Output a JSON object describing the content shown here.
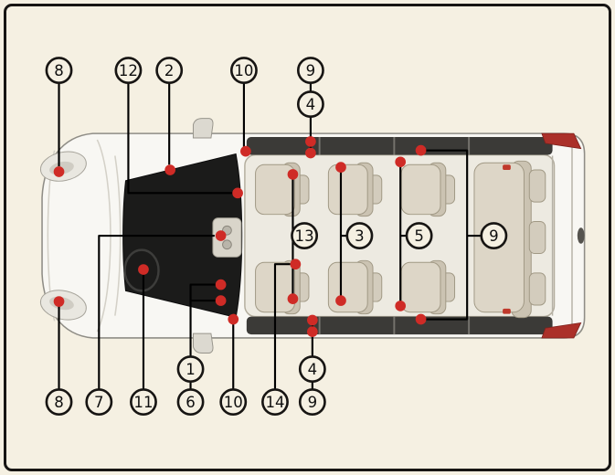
{
  "figure": {
    "description": "Top-down vehicle overview diagram with numbered feature callouts",
    "background_color": "#f5f0e2",
    "border_color": "#171513",
    "line_color": "#000000",
    "marker_color": "#cf2b26",
    "callouts": [
      {
        "label": "8"
      },
      {
        "label": "12"
      },
      {
        "label": "2"
      },
      {
        "label": "10"
      },
      {
        "label": "9"
      },
      {
        "label": "4"
      },
      {
        "label": "13"
      },
      {
        "label": "3"
      },
      {
        "label": "5"
      },
      {
        "label": "9"
      },
      {
        "label": "1"
      },
      {
        "label": "4"
      },
      {
        "label": "8"
      },
      {
        "label": "7"
      },
      {
        "label": "11"
      },
      {
        "label": "6"
      },
      {
        "label": "10"
      },
      {
        "label": "14"
      },
      {
        "label": "9"
      }
    ]
  }
}
